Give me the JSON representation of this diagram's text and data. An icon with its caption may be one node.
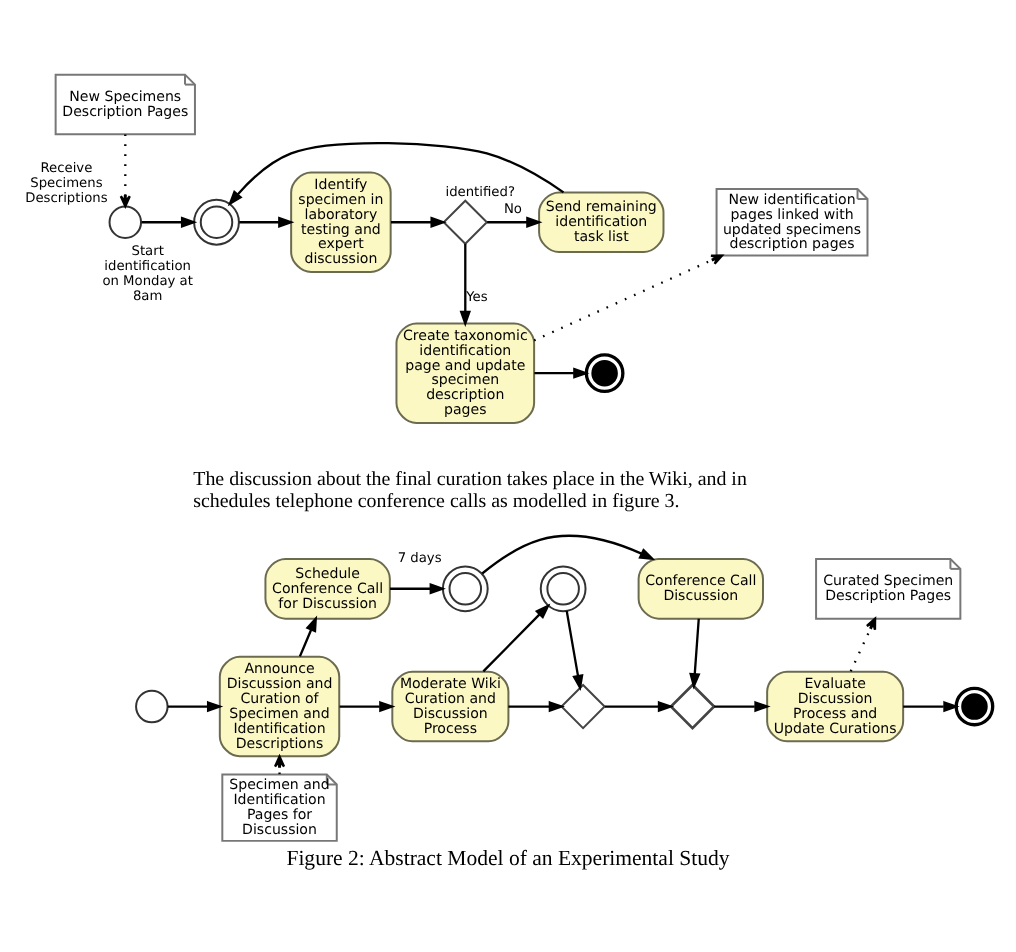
{
  "diagram": {
    "caption": "Figure 2: Abstract Model of an Experimental Study",
    "nodes": [
      {
        "text": [
          "New Specimens Description Pages"
        ]
      },
      {
        "text": [],
        "shape": "circle",
        "beside": [
          "Receive Specimens Descriptions"
        ]
      },
      {
        "text": [],
        "shape": "circle",
        "beside": [
          "Start identification on Monday at 8am"
        ]
      },
      {
        "text": [
          "Identify specimen in laboratory testing and expert discussion"
        ]
      },
      {
        "text": [],
        "shape": "diamond",
        "beside": [
          "identified?"
        ]
      },
      {
        "text": [
          "Send remaining identification task list"
        ]
      },
      {
        "text": [
          "New identification pages linked with updated specimens description pages"
        ]
      },
      {
        "text": [
          "Create taxonomic identification page and update specimen description pages"
        ]
      },
      {
        "text": [],
        "shape": "circle"
      },
      {
        "text": [],
        "shape": "circle"
      },
      {
        "text": [
          "Announce Discussion and Curation of Specimen and Identification Descriptions"
        ]
      },
      {
        "text": [
          "Specimen and Identification Pages for Discussion"
        ]
      },
      {
        "text": [
          "Schedule Conference Call for Discussion"
        ]
      },
      {
        "text": [],
        "shape": "circle",
        "beside": [
          "7 days"
        ]
      },
      {
        "text": [
          "Conference Call Discussion"
        ]
      },
      {
        "text": [
          "Moderate Wiki Curation and Discussion Process"
        ]
      },
      {
        "text": [],
        "shape": "circle"
      },
      {
        "text": [],
        "shape": "diamond"
      },
      {
        "text": [],
        "shape": "diamond"
      },
      {
        "text": [
          "Curated Specimen Description Pages"
        ]
      },
      {
        "text": [
          "Evaluate Discussion Process and Update Curations"
        ]
      },
      {
        "text": [],
        "shape": "circle"
      }
    ],
    "edges": [
      {
        "from": 0,
        "to": 1,
        "arrow": "to",
        "style": "dashed"
      },
      {
        "from": 1,
        "to": 2,
        "arrow": "to"
      },
      {
        "from": 2,
        "to": 3,
        "arrow": "to"
      },
      {
        "from": 3,
        "to": 4,
        "arrow": "to"
      },
      {
        "from": 4,
        "to": 5,
        "arrow": "to",
        "label": "No"
      },
      {
        "from": 5,
        "to": 2,
        "arrow": "to"
      },
      {
        "from": 4,
        "to": 7,
        "arrow": "to",
        "label": "Yes"
      },
      {
        "from": 7,
        "to": 6,
        "arrow": "to",
        "style": "dashed"
      },
      {
        "from": 7,
        "to": 8,
        "arrow": "to"
      },
      {
        "from": 9,
        "to": 10,
        "arrow": "to"
      },
      {
        "from": 11,
        "to": 10,
        "arrow": "to",
        "style": "dashed"
      },
      {
        "from": 10,
        "to": 12,
        "arrow": "to"
      },
      {
        "from": 10,
        "to": 15,
        "arrow": "to"
      },
      {
        "from": 12,
        "to": 13,
        "arrow": "to"
      },
      {
        "from": 13,
        "to": 14,
        "arrow": "to"
      },
      {
        "from": 14,
        "to": 18,
        "arrow": "to"
      },
      {
        "from": 15,
        "to": 16,
        "arrow": "to"
      },
      {
        "from": 15,
        "to": 17,
        "arrow": "to"
      },
      {
        "from": 16,
        "to": 17,
        "arrow": "to"
      },
      {
        "from": 17,
        "to": 18,
        "arrow": "to"
      },
      {
        "from": 18,
        "to": 20,
        "arrow": "to"
      },
      {
        "from": 20,
        "to": 19,
        "arrow": "to",
        "style": "dashed"
      },
      {
        "from": 20,
        "to": 21,
        "arrow": "to"
      }
    ],
    "labels": [
      "The discussion about the final curation takes place in the Wiki, and in schedules telephone conference calls as modelled in figure 3."
    ]
  }
}
